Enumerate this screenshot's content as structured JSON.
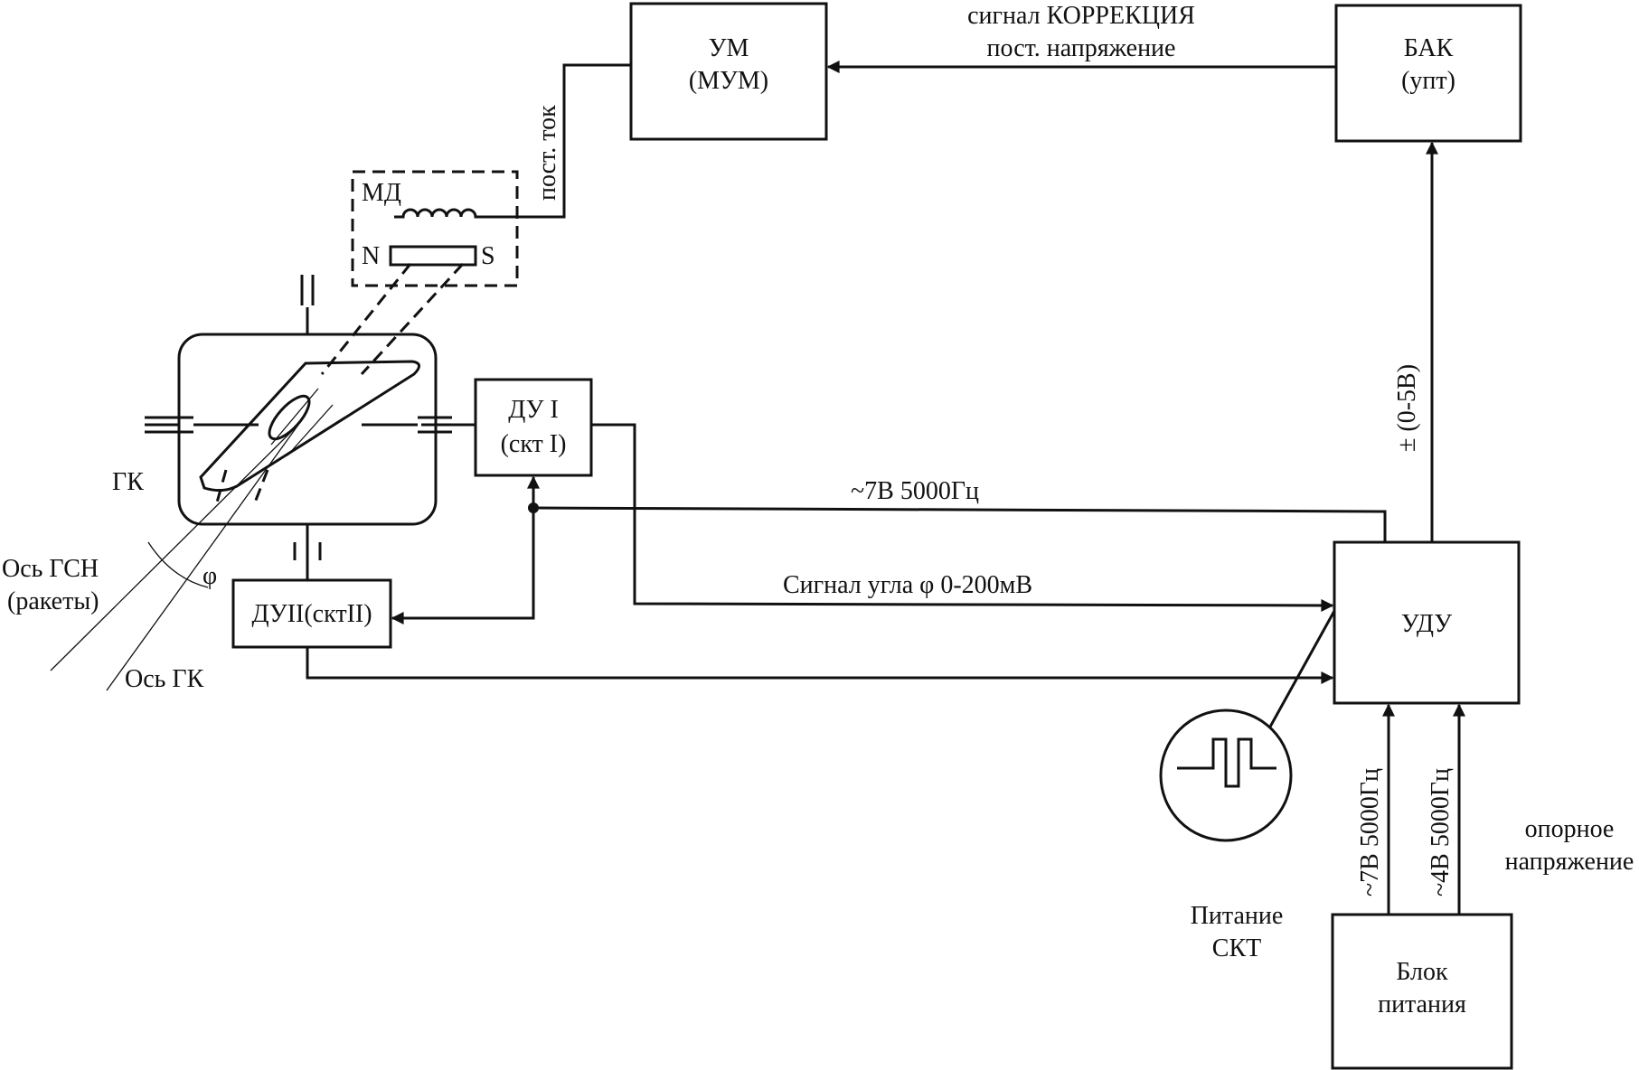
{
  "blocks": {
    "um": {
      "line1": "УМ",
      "line2": "(МУМ)"
    },
    "bak": {
      "line1": "БАК",
      "line2": "(упт)"
    },
    "du1": {
      "line1": "ДУ I",
      "line2": "(скт I)"
    },
    "du2": {
      "line1": "ДУII(сктII)"
    },
    "udu": {
      "line1": "УДУ"
    },
    "power": {
      "line1": "Блок",
      "line2": "питания"
    },
    "md": {
      "label": "МД",
      "pole_n": "N",
      "pole_s": "S"
    }
  },
  "labels": {
    "correction_line1": "сигнал КОРРЕКЦИЯ",
    "correction_line2": "пост. напряжение",
    "dc_current": "пост. ток",
    "gk": "ГК",
    "axis_gsn_line1": "Ось ГСН",
    "axis_gsn_line2": "(ракеты)",
    "phi": "φ",
    "axis_gk": "Ось ГК",
    "excitation": "~7В 5000Гц",
    "angle_signal": "Сигнал угла  φ 0-200мВ",
    "bak_voltage": "± (0-5В)",
    "supply_7v": "~7В 5000Гц",
    "supply_4v": "~4В 5000Гц",
    "ref_line1": "опорное",
    "ref_line2": "напряжение",
    "skt_power_line1": "Питание",
    "skt_power_line2": "СКТ"
  }
}
